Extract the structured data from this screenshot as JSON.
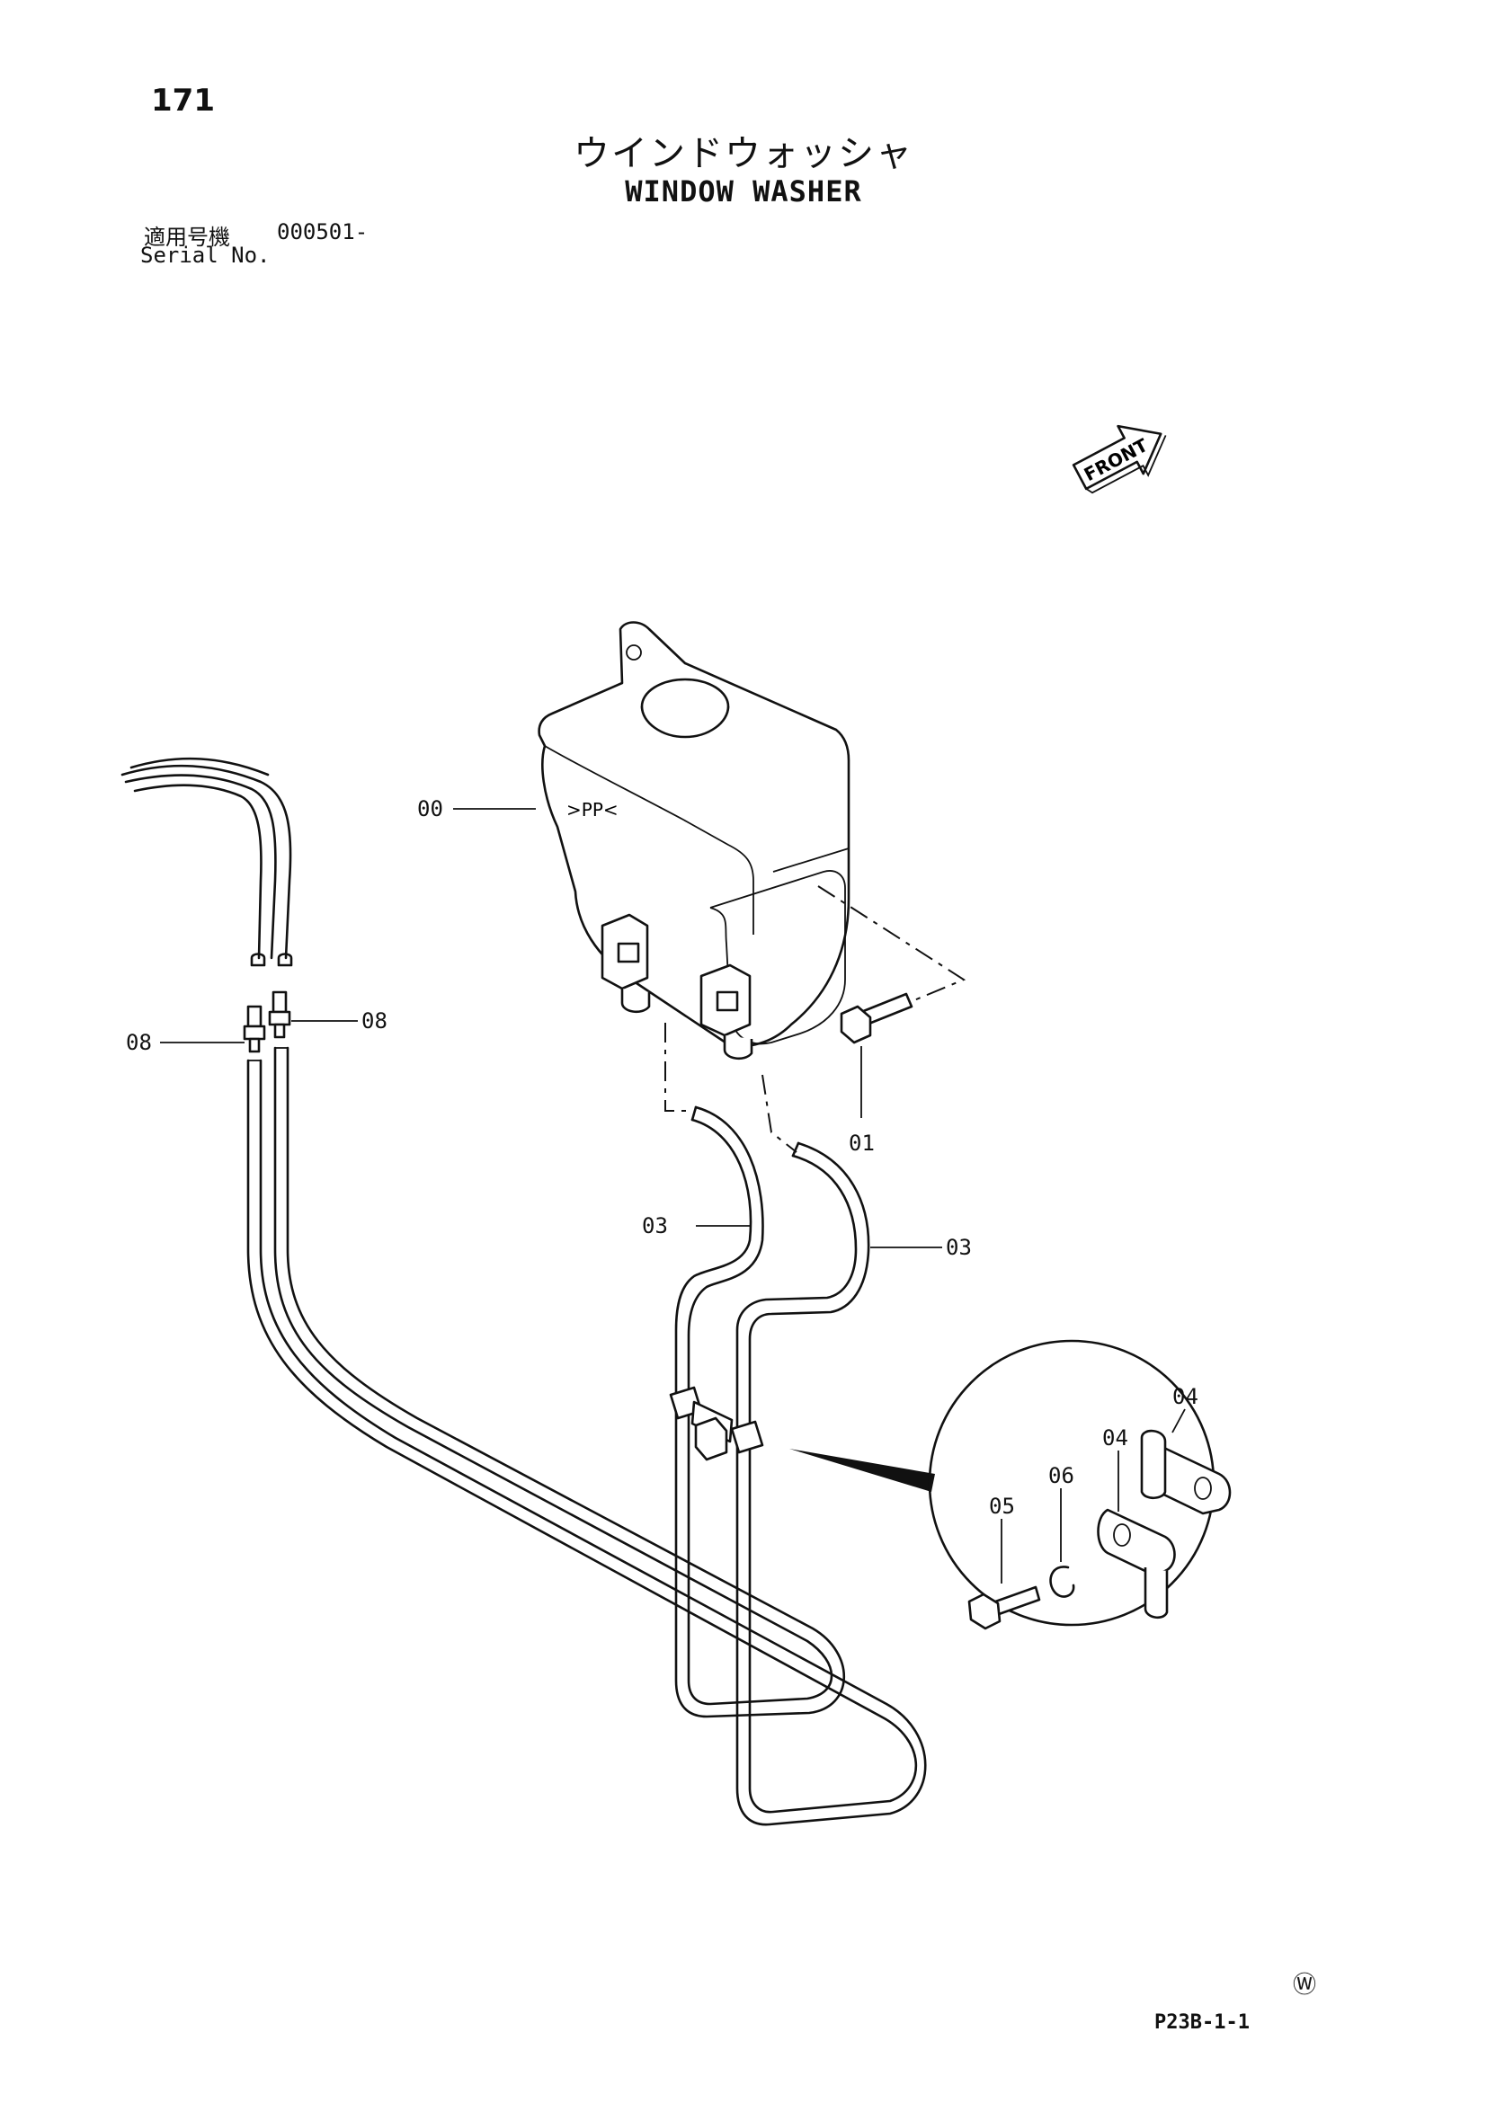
{
  "header": {
    "page_number": "171",
    "title_ja": "ウインドウォッシャ",
    "title_en": "WINDOW WASHER",
    "serial_label_ja": "適用号機",
    "serial_value": "000501-",
    "serial_label_en": "Serial No."
  },
  "diagram": {
    "direction_label": "FRONT",
    "tank_marking": ">PP<",
    "callouts": {
      "tank": "00",
      "bolt": "01",
      "hose_left": "03",
      "hose_right": "03",
      "clip_upper": "04",
      "clip_lower": "04",
      "bolt_small": "05",
      "washer": "06",
      "joint_left": "08",
      "joint_right": "08"
    }
  },
  "footer": {
    "mark": "Ⓦ",
    "code": "P23B-1-1"
  }
}
